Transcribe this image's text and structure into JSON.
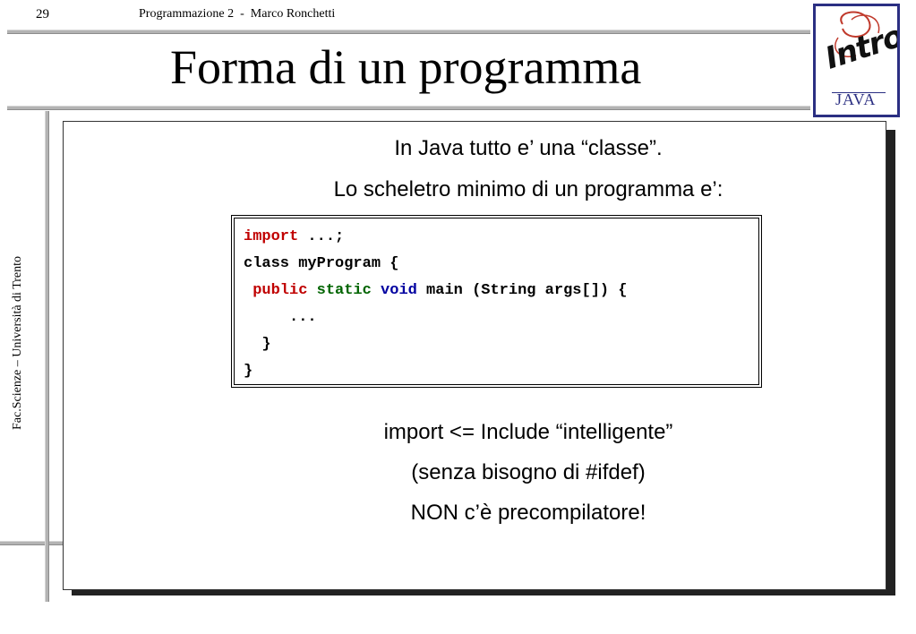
{
  "header": {
    "page_number": "29",
    "course_author": "Programmazione 2  -  Marco Ronchetti"
  },
  "title": "Forma di un programma",
  "side_text": "Fac.Scienze – Università di Trento",
  "logo": {
    "word": "Intro",
    "subword": "JAVA"
  },
  "body": {
    "line1": "In Java tutto e’ una “classe”.",
    "line2": "Lo scheletro minimo di un programma e’:",
    "line3": "import <= Include “intelligente”",
    "line4": "(senza bisogno di #ifdef)",
    "line5": "NON c’è precompilatore!"
  },
  "code": {
    "l1_kw": "import",
    "l1_rest": " ...;",
    "l2": "class myProgram {",
    "l3_indent": " ",
    "l3_kw1": "public",
    "l3_kw2": "static",
    "l3_kw3": "void",
    "l3_rest": " main (String args[]) {",
    "l4": "     ...",
    "l5": "  }",
    "l6": "}"
  },
  "colors": {
    "keyword_red": "#c00000",
    "keyword_green": "#006400",
    "keyword_blue": "#0000a0",
    "logo_frame": "#2b2f82"
  }
}
